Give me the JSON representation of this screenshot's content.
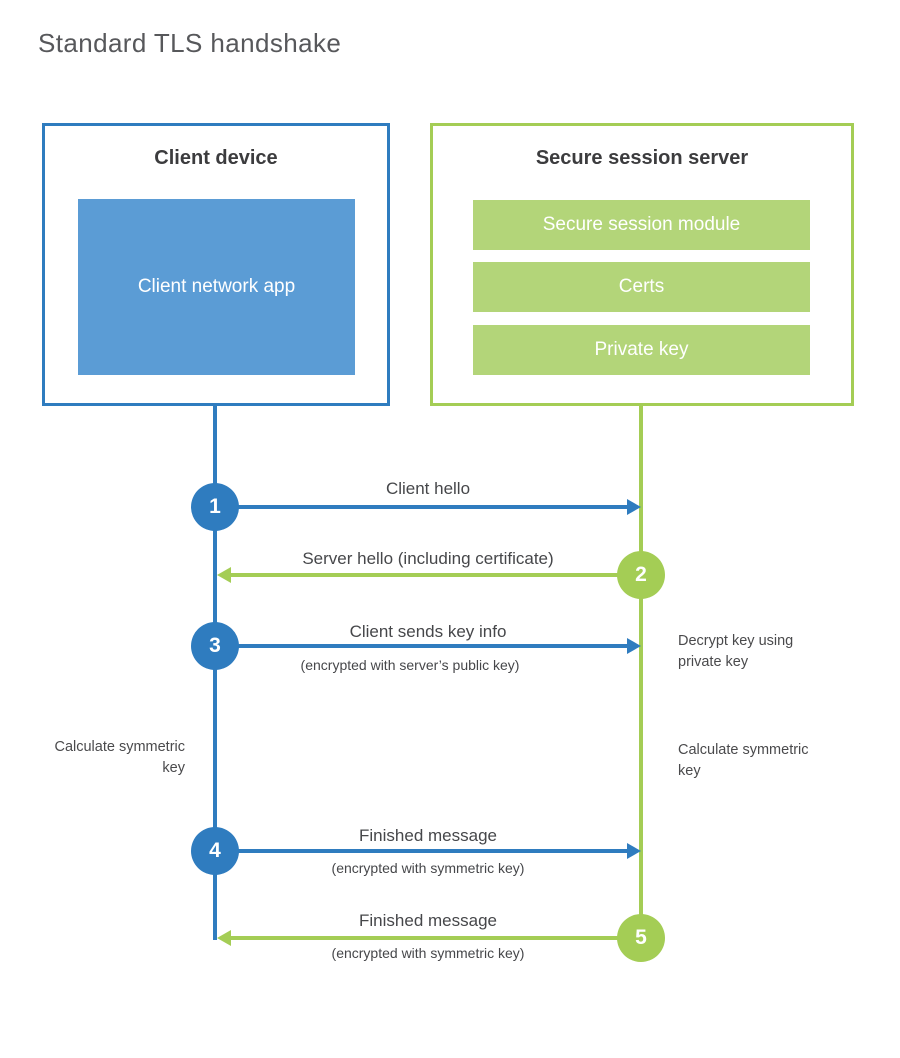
{
  "title": "Standard TLS handshake",
  "colors": {
    "blue_accent": "#2F7CBF",
    "blue_fill": "#5B9CD5",
    "green_accent": "#A4CD55",
    "green_fill": "#B3D579",
    "heading_text": "#3C3C3E",
    "label_text": "#46474A",
    "title_text": "#57585B"
  },
  "client": {
    "title": "Client device",
    "module": "Client network app"
  },
  "server": {
    "title": "Secure session server",
    "modules": [
      "Secure session module",
      "Certs",
      "Private key"
    ]
  },
  "steps": [
    {
      "num": "1",
      "actor": "client",
      "direction": "right",
      "label": "Client hello",
      "sublabel": ""
    },
    {
      "num": "2",
      "actor": "server",
      "direction": "left",
      "label": "Server hello (including certificate)",
      "sublabel": ""
    },
    {
      "num": "3",
      "actor": "client",
      "direction": "right",
      "label": "Client sends key info",
      "sublabel": "(encrypted with server’s public key)"
    },
    {
      "num": "4",
      "actor": "client",
      "direction": "right",
      "label": "Finished message",
      "sublabel": "(encrypted with symmetric key)"
    },
    {
      "num": "5",
      "actor": "server",
      "direction": "left",
      "label": "Finished message",
      "sublabel": "(encrypted with symmetric key)"
    }
  ],
  "notes": {
    "decrypt": "Decrypt key using private key",
    "calc_left": "Calculate symmetric key",
    "calc_right": "Calculate symmetric key"
  }
}
